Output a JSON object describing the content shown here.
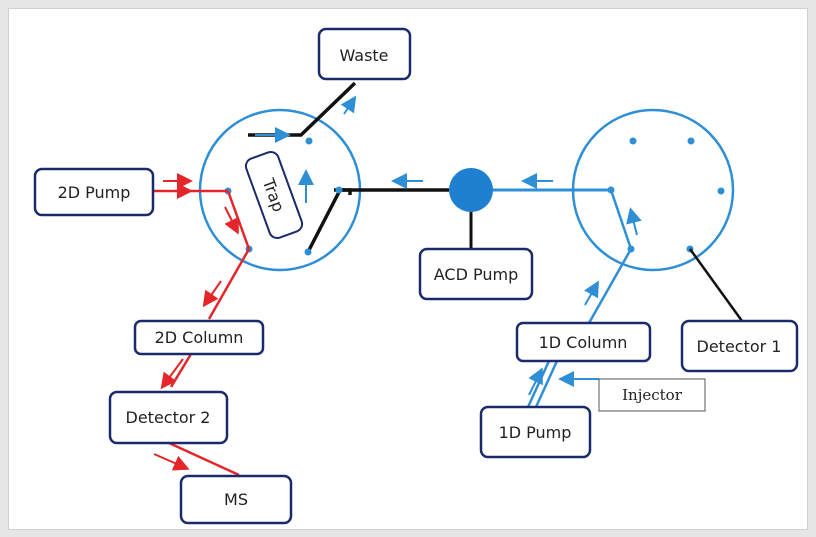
{
  "colors": {
    "blue": "#2f8fd6",
    "red": "#e4262a",
    "black": "#111111",
    "box_border": "#1a2a6c",
    "frame_bg": "#ffffff"
  },
  "labels": {
    "waste": "Waste",
    "pump_2d": "2D Pump",
    "trap": "Trap",
    "acd_pump": "ACD Pump",
    "column_2d": "2D Column",
    "detector_2": "Detector 2",
    "ms": "MS",
    "column_1d": "1D Column",
    "detector_1": "Detector 1",
    "pump_1d": "1D Pump",
    "injector": "Injector"
  }
}
